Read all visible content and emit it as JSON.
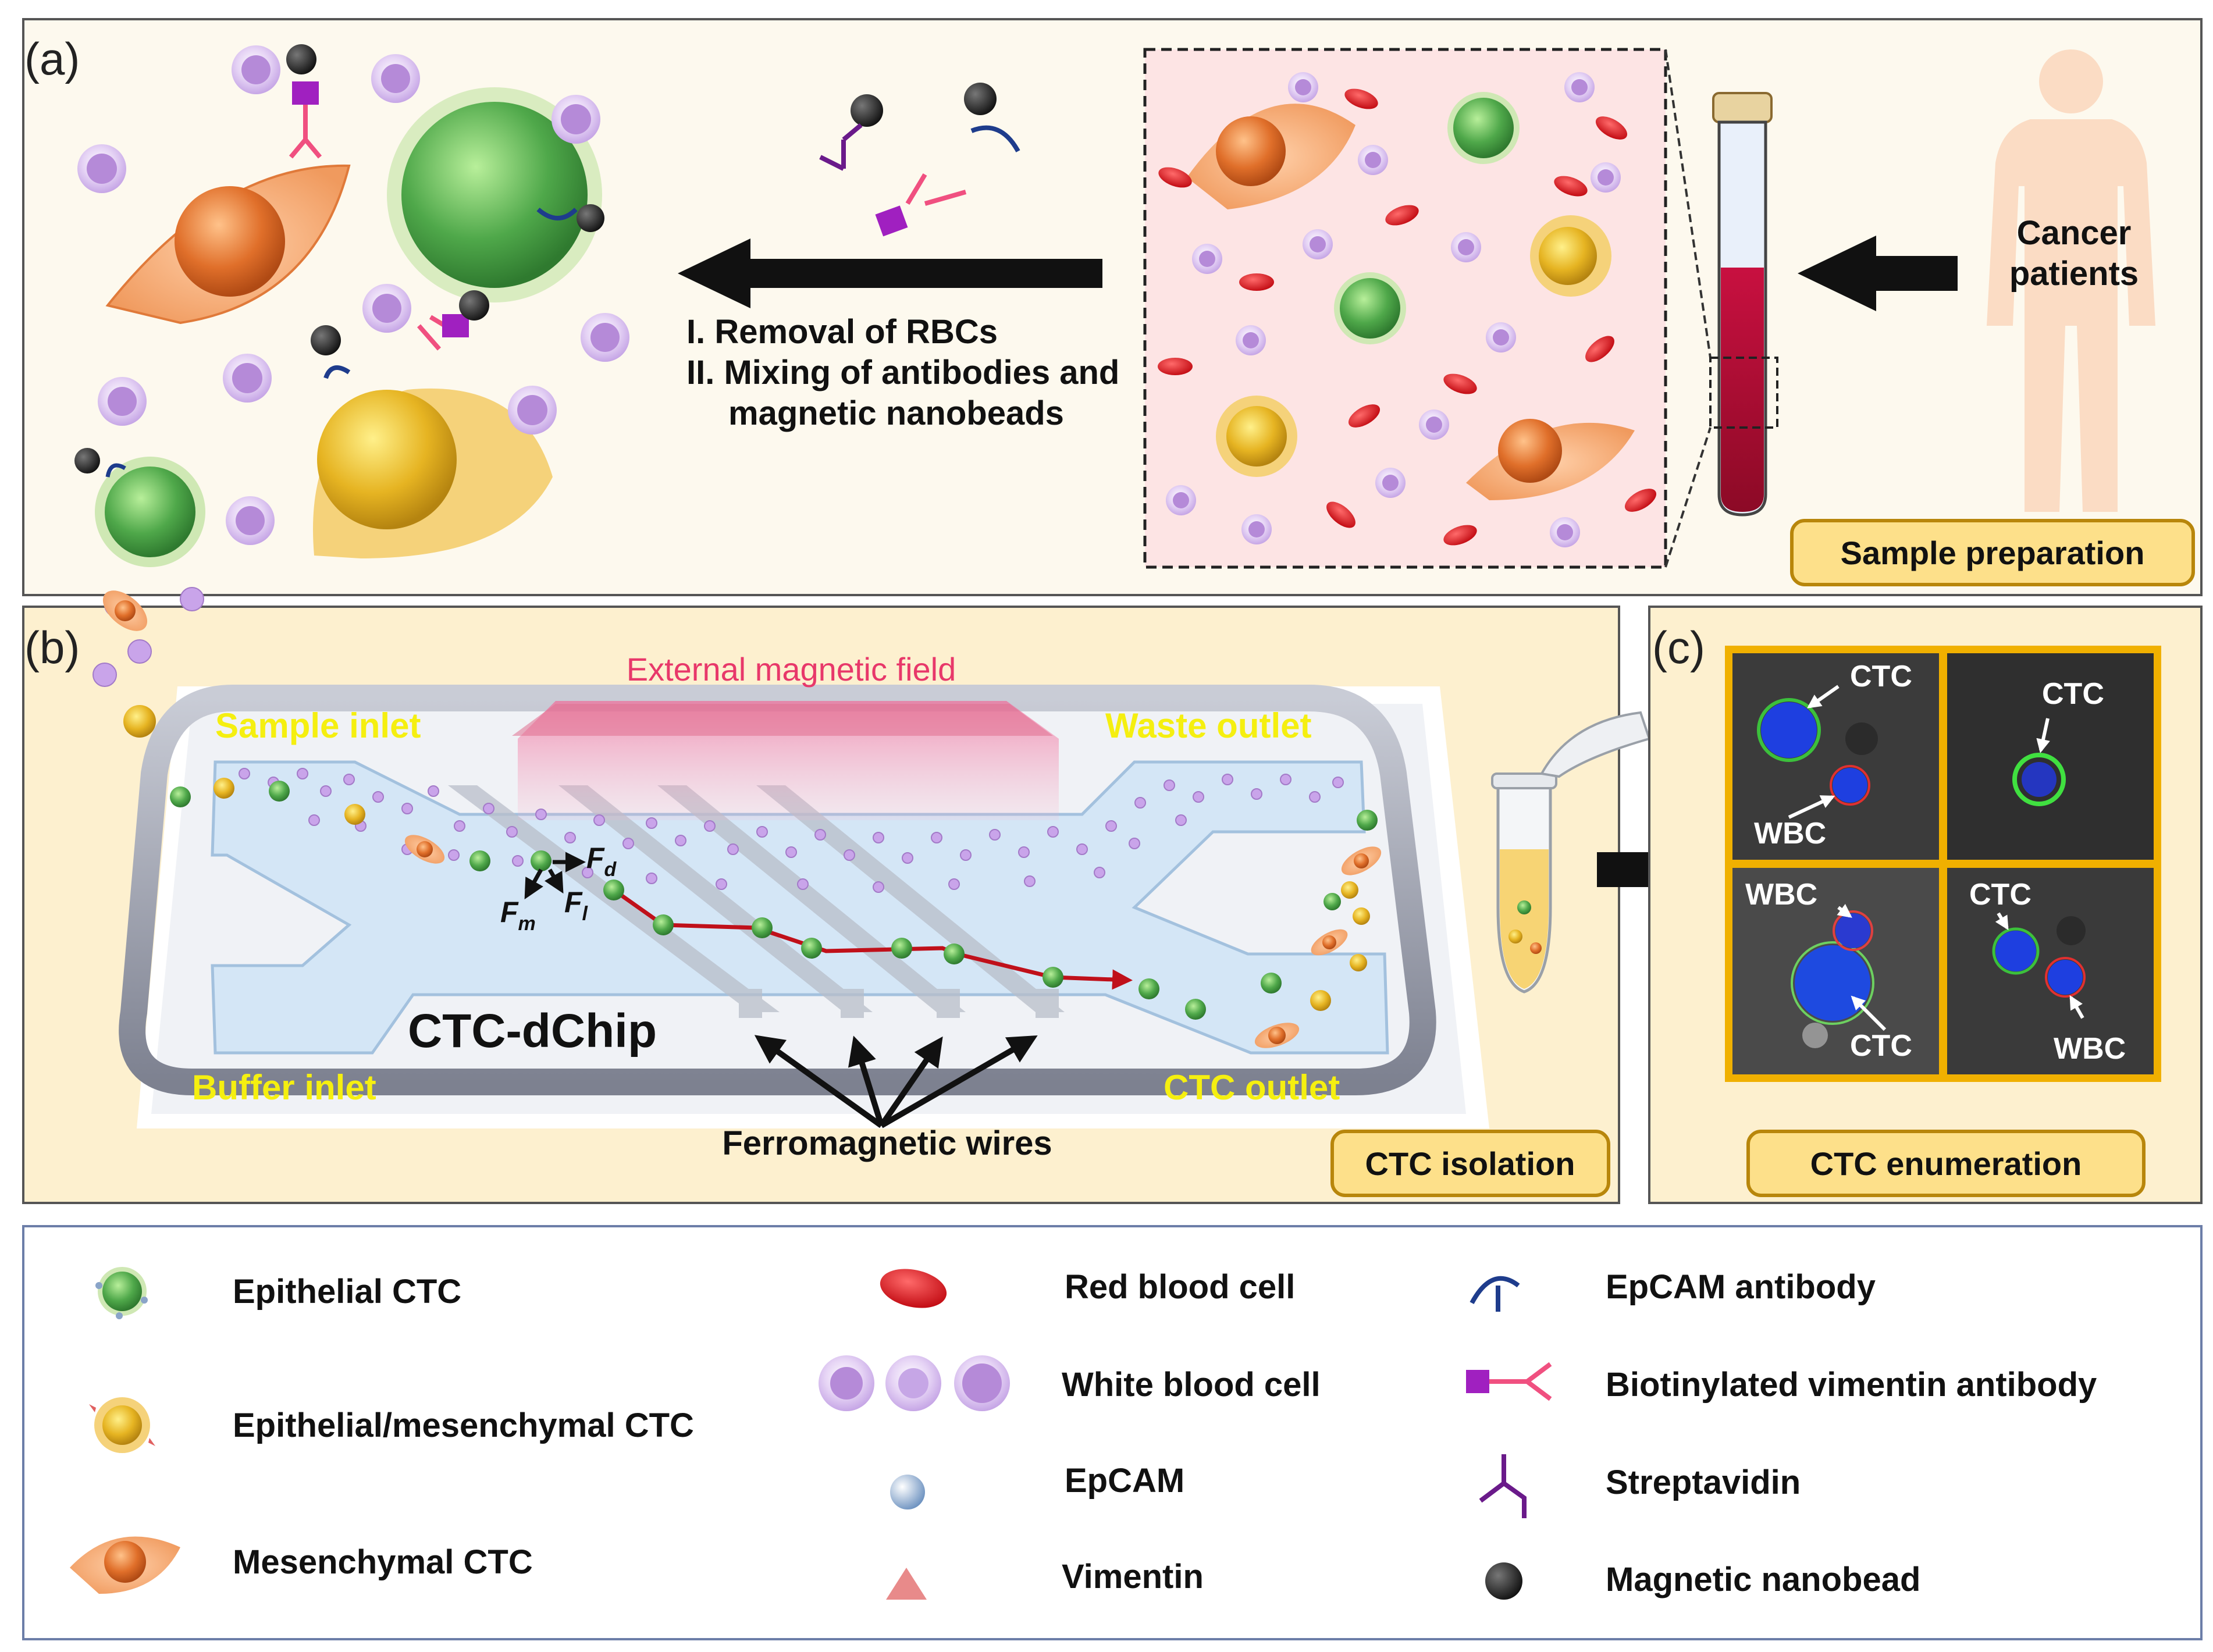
{
  "panel_a": {
    "letter": "(a)",
    "steps": [
      "I.  Removal of RBCs",
      "II. Mixing of antibodies and",
      "magnetic nanobeads"
    ],
    "patients": [
      "Cancer",
      "patients"
    ],
    "badge": "Sample preparation"
  },
  "panel_b": {
    "letter": "(b)",
    "field": "External magnetic field",
    "sample_inlet": "Sample inlet",
    "waste_outlet": "Waste outlet",
    "buffer_inlet": "Buffer inlet",
    "ctc_outlet": "CTC outlet",
    "chip": "CTC-dChip",
    "wires": "Ferromagnetic wires",
    "force_d": "F",
    "force_d_sub": "d",
    "force_m": "F",
    "force_m_sub": "m",
    "force_l": "F",
    "force_l_sub": "l",
    "badge": "CTC isolation"
  },
  "panel_c": {
    "letter": "(c)",
    "labels": [
      "CTC",
      "WBC",
      "CTC",
      "WBC",
      "CTC",
      "CTC",
      "WBC"
    ],
    "badge": "CTC enumeration"
  },
  "legend": {
    "items": [
      "Epithelial CTC",
      "Epithelial/mesenchymal CTC",
      "Mesenchymal CTC",
      "Red blood cell",
      "White blood cell",
      "EpCAM",
      "Vimentin",
      "EpCAM antibody",
      "Biotinylated vimentin antibody",
      "Streptavidin",
      "Magnetic nanobead"
    ]
  },
  "colors": {
    "panel_bg": "#fdf9ee",
    "panel_b_bg": "#fdf0cf",
    "badge_fill": "#fde08a",
    "badge_stroke": "#b8860b",
    "epithelial": "#3f9a3f",
    "mesenchymal": "#e07030",
    "mixed": "#e0b020",
    "rbc": "#d81418",
    "wbc": "#b58ad8",
    "path": "#c0101a",
    "field": "#f0507a"
  }
}
